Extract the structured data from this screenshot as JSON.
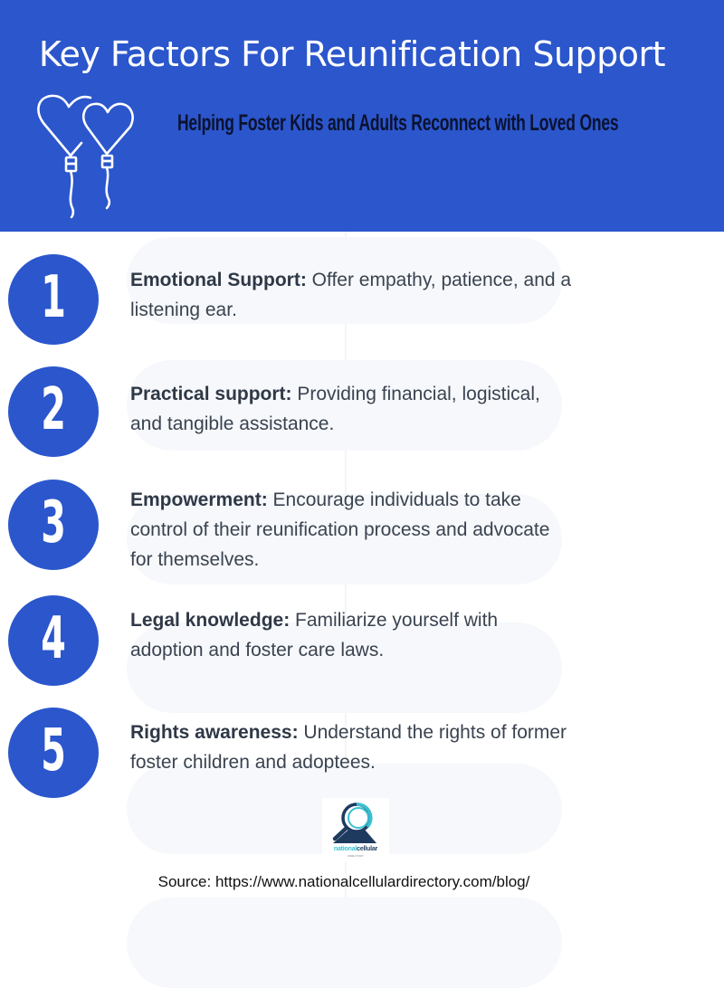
{
  "header": {
    "title": "Key Factors For Reunification Support",
    "subtitle": "Helping Foster Kids and Adults Reconnect with Loved Ones",
    "icon": "heart-balloons-icon",
    "background_color": "#2b56cc"
  },
  "items": [
    {
      "number": "1",
      "label": "Emotional Support:",
      "text": " Offer empathy, patience, and a listening ear."
    },
    {
      "number": "2",
      "label": "Practical support:",
      "text": " Providing financial, logistical, and tangible assistance."
    },
    {
      "number": "3",
      "label": "Empowerment:",
      "text": " Encourage individuals to take control of their reunification process and advocate for themselves."
    },
    {
      "number": "4",
      "label": "Legal knowledge:",
      "text": " Familiarize yourself with adoption and foster care laws."
    },
    {
      "number": "5",
      "label": "Rights awareness:",
      "text": " Understand the rights of former foster children and adoptees."
    }
  ],
  "logo": {
    "icon": "magnifying-glass-logo-icon",
    "name_part1": "national",
    "name_part2": "cellular",
    "tagline": "DIRECTORY"
  },
  "source": "Source: https://www.nationalcellulardirectory.com/blog/",
  "colors": {
    "accent": "#2b56cc",
    "text": "#3a4350",
    "pill": "#f6f8fb",
    "logo_teal": "#3bbfd0",
    "logo_navy": "#1e3a5f"
  }
}
